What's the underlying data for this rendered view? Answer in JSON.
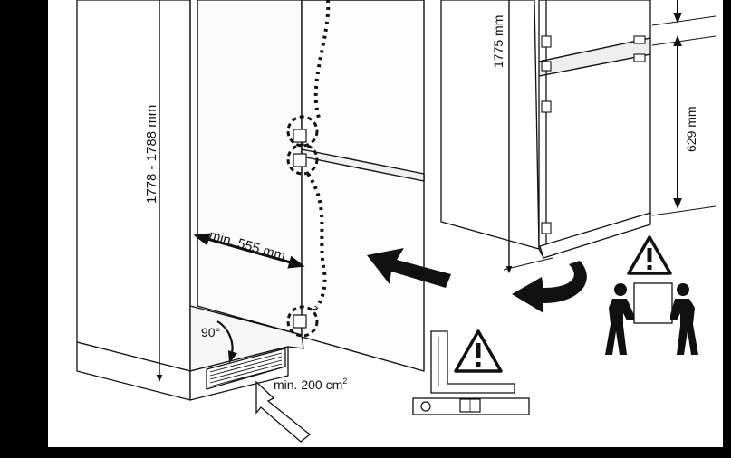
{
  "diagram": {
    "labels": {
      "niche_height": "1778 - 1788 mm",
      "niche_depth": "min. 555 mm",
      "angle": "90°",
      "vent_area_prefix": "min. 200 cm",
      "vent_area_sup": "2",
      "fridge_height": "1775 mm",
      "freezer_door_height": "629 mm"
    },
    "icons": [
      "warning-triangle-icon",
      "two-person-lift-icon",
      "square-and-level-icon",
      "direction-arrow-icon",
      "rotate-arrow-icon"
    ],
    "colors": {
      "frame": "#000000",
      "paper": "#ffffff",
      "line": "#111111",
      "panel": "#f4f4f4"
    }
  }
}
